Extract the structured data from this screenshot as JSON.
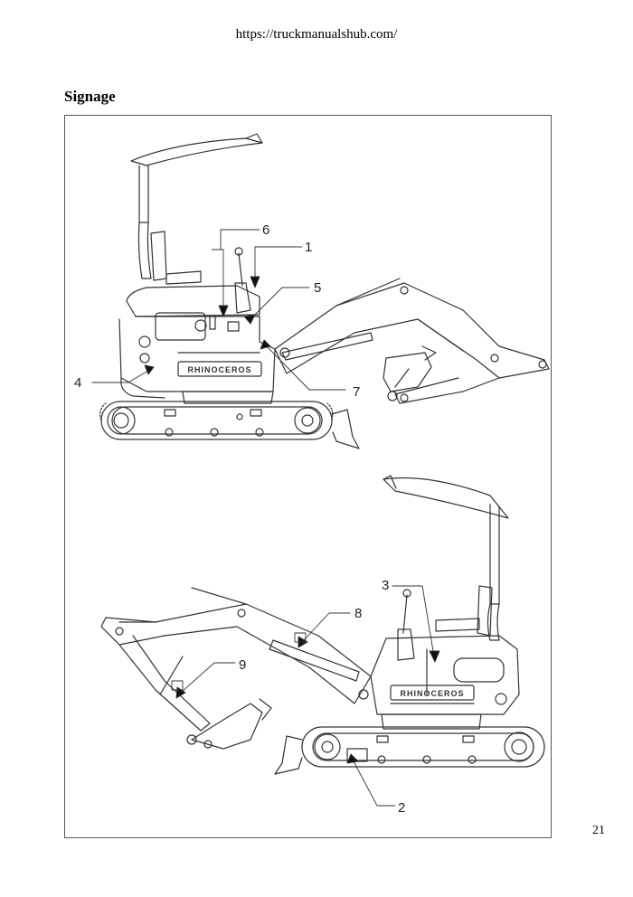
{
  "header": {
    "url": "https://truckmanualshub.com/"
  },
  "section": {
    "title": "Signage"
  },
  "figure": {
    "brand": "RHINOCEROS",
    "callouts": {
      "c1": "1",
      "c2": "2",
      "c3": "3",
      "c4": "4",
      "c5": "5",
      "c6": "6",
      "c7": "7",
      "c8": "8",
      "c9": "9"
    }
  },
  "footer": {
    "page_number": "21"
  }
}
